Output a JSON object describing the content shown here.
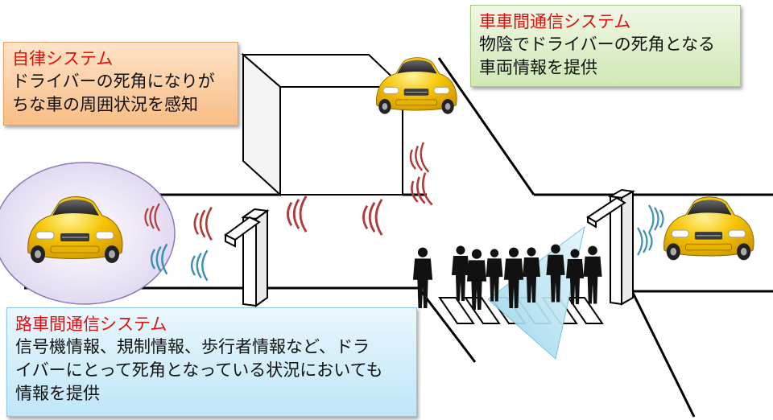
{
  "colors": {
    "title_red": "#e01010",
    "autonomous_bg": "#fbcfa2",
    "v2v_bg": "#dff0cc",
    "r2v_bg": "#d2eefa",
    "car_yellow": "#f5c400",
    "pedestrian": "#111111",
    "wave_red": "#b23a3a",
    "wave_blue": "#3b8fb5",
    "sensor_beam": "#a9dcef"
  },
  "callouts": {
    "autonomous": {
      "title": "自律システム",
      "lines": [
        "ドライバーの死角になりが",
        "ちな車の周囲状況を感知"
      ]
    },
    "v2v": {
      "title": "車車間通信システム",
      "lines": [
        "物陰でドライバーの死角となる",
        "車両情報を提供"
      ]
    },
    "r2v": {
      "title": "路車間通信システム",
      "lines": [
        "信号機情報、規制情報、歩行者情報など、ドラ",
        "イバーにとって死角となっている状況においても",
        "情報を提供"
      ]
    }
  },
  "icons": {
    "building": "building-block",
    "cars": "yellow-car",
    "pedestrians": "pedestrian-silhouette",
    "antennas": "roadside-antenna"
  }
}
